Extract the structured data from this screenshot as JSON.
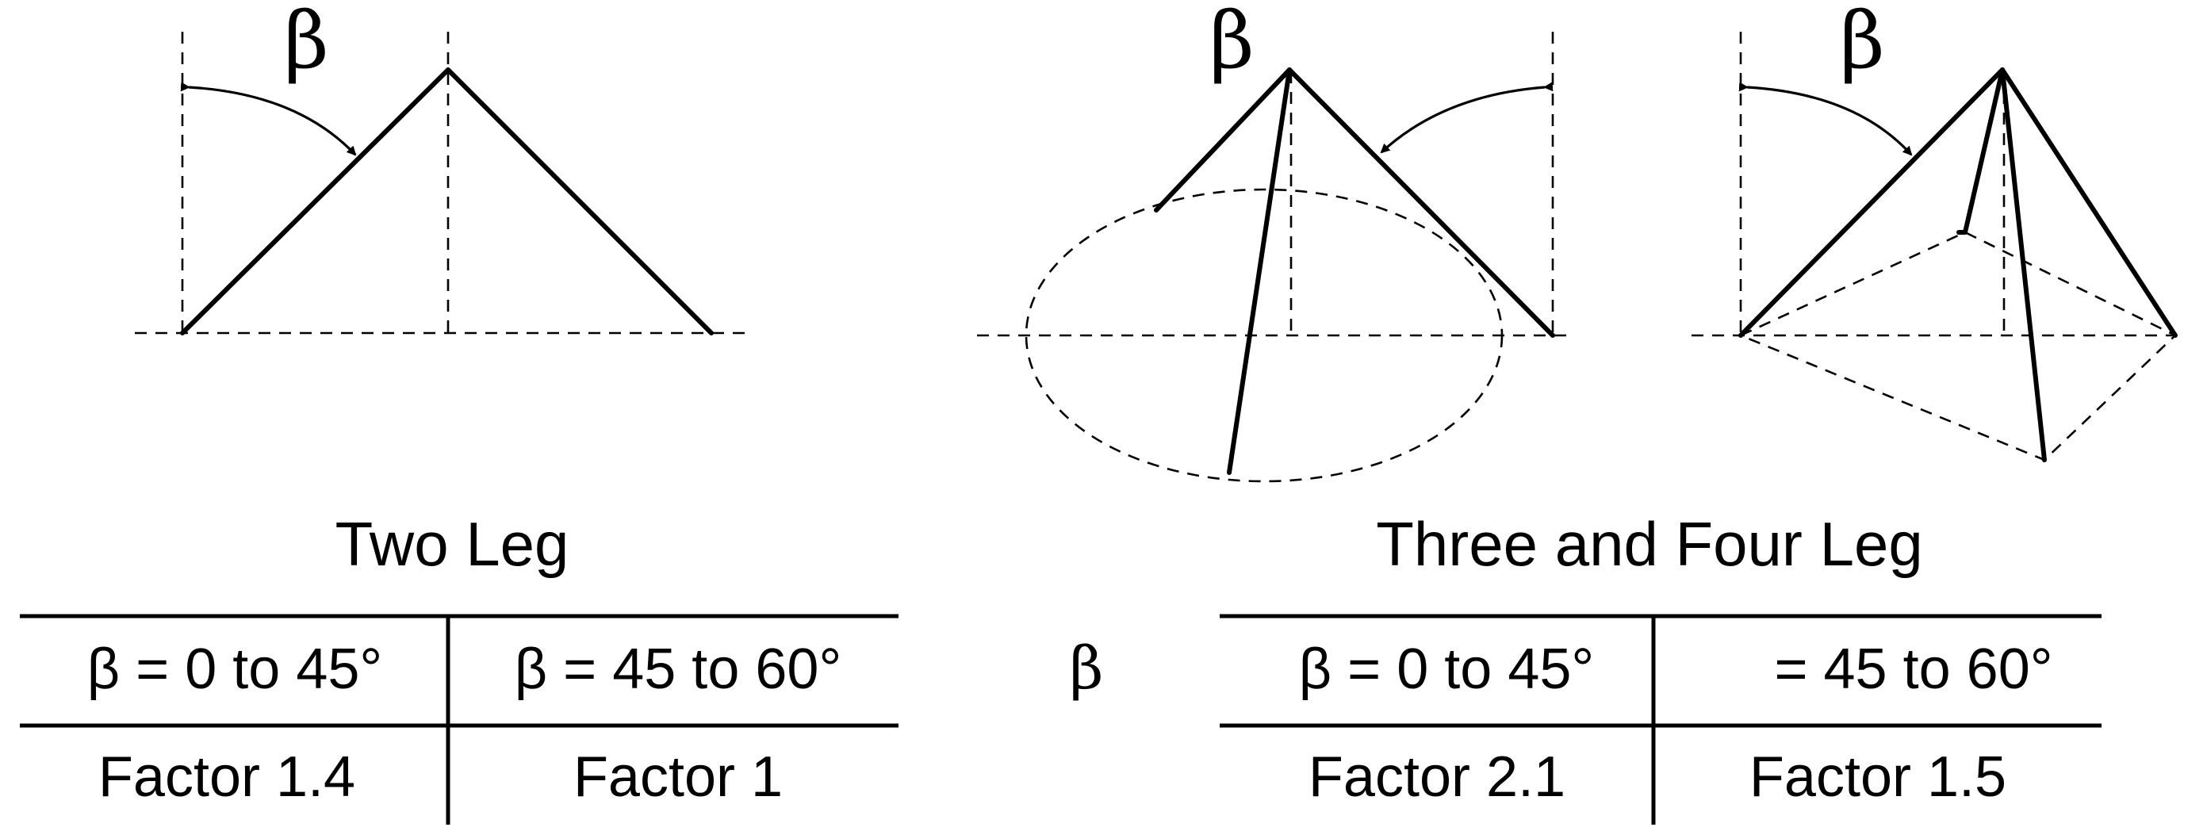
{
  "angle_symbol": "β",
  "two_leg": {
    "caption": "Two Leg",
    "headers": [
      "β = 0 to 45°",
      "β = 45 to 60°"
    ],
    "factors": [
      "Factor 1.4",
      "Factor 1"
    ]
  },
  "three_four_leg": {
    "caption": "Three and Four Leg",
    "side_symbol": "β",
    "headers": [
      "β = 0 to 45°",
      "= 45 to 60°"
    ],
    "factors": [
      "Factor 2.1",
      "Factor 1.5"
    ]
  }
}
